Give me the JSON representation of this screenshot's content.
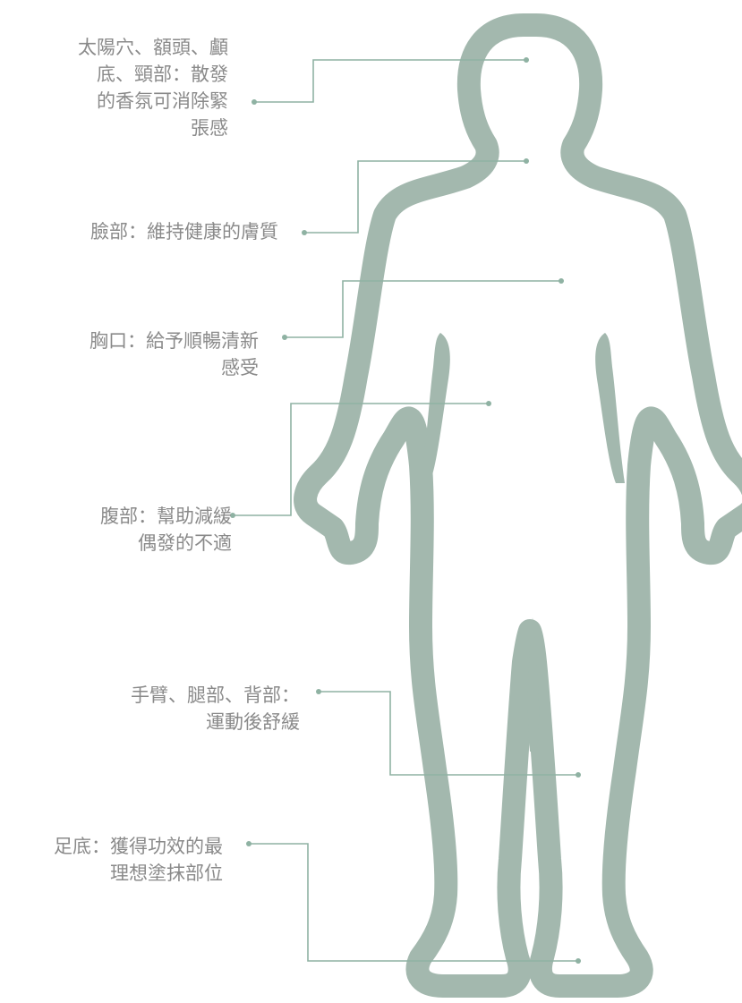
{
  "colors": {
    "body_outline": "#a3b8ae",
    "connector": "#8fb2a3",
    "text": "#8a8a8a"
  },
  "annotations": [
    {
      "id": "temple-forehead-neck",
      "lines": [
        "太陽穴、額頭、顱",
        "底、頸部：散發",
        "的香氛可消除緊",
        "張感"
      ]
    },
    {
      "id": "face",
      "lines": [
        "臉部：維持健康的膚質"
      ]
    },
    {
      "id": "chest",
      "lines": [
        "胸口：給予順暢清新",
        "感受"
      ]
    },
    {
      "id": "abdomen",
      "lines": [
        "腹部：幫助減緩",
        "偶發的不適"
      ]
    },
    {
      "id": "arms-legs-back",
      "lines": [
        "手臂、腿部、背部：",
        "運動後舒緩"
      ]
    },
    {
      "id": "soles",
      "lines": [
        "足底：獲得功效的最",
        "理想塗抹部位"
      ]
    }
  ]
}
